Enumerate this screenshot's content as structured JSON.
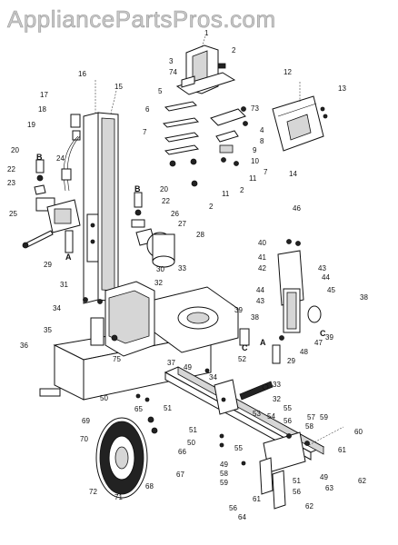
{
  "watermark": "AppliancePartsPros.com",
  "callouts": {
    "n1": "1",
    "n2": "2",
    "n3": "3",
    "n4": "4",
    "n5": "5",
    "n6": "6",
    "n7": "7",
    "n8": "8",
    "n9": "9",
    "n10": "10",
    "n11": "11",
    "n12": "12",
    "n13": "13",
    "n14": "14",
    "n15": "15",
    "n16": "16",
    "n17": "17",
    "n18": "18",
    "n19": "19",
    "n20": "20",
    "n22": "22",
    "n23": "23",
    "n24": "24",
    "n25": "25",
    "n26": "26",
    "n27": "27",
    "n28": "28",
    "n29": "29",
    "n30": "30",
    "n31": "31",
    "n32": "32",
    "n33": "33",
    "n34": "34",
    "n35": "35",
    "n36": "36",
    "n37": "37",
    "n38": "38",
    "n39": "39",
    "n40": "40",
    "n41": "41",
    "n42": "42",
    "n43": "43",
    "n44": "44",
    "n45": "45",
    "n46": "46",
    "n47": "47",
    "n48": "48",
    "n49": "49",
    "n50": "50",
    "n51": "51",
    "n52": "52",
    "n53": "53",
    "n54": "54",
    "n55": "55",
    "n56": "56",
    "n57": "57",
    "n58": "58",
    "n59": "59",
    "n60": "60",
    "n61": "61",
    "n62": "62",
    "n63": "63",
    "n64": "64",
    "n65": "65",
    "n66": "66",
    "n67": "67",
    "n68": "68",
    "n69": "69",
    "n70": "70",
    "n71": "71",
    "n72": "72",
    "n73": "73",
    "n74": "74",
    "n75": "75",
    "A": "A",
    "B": "B",
    "C": "C"
  }
}
